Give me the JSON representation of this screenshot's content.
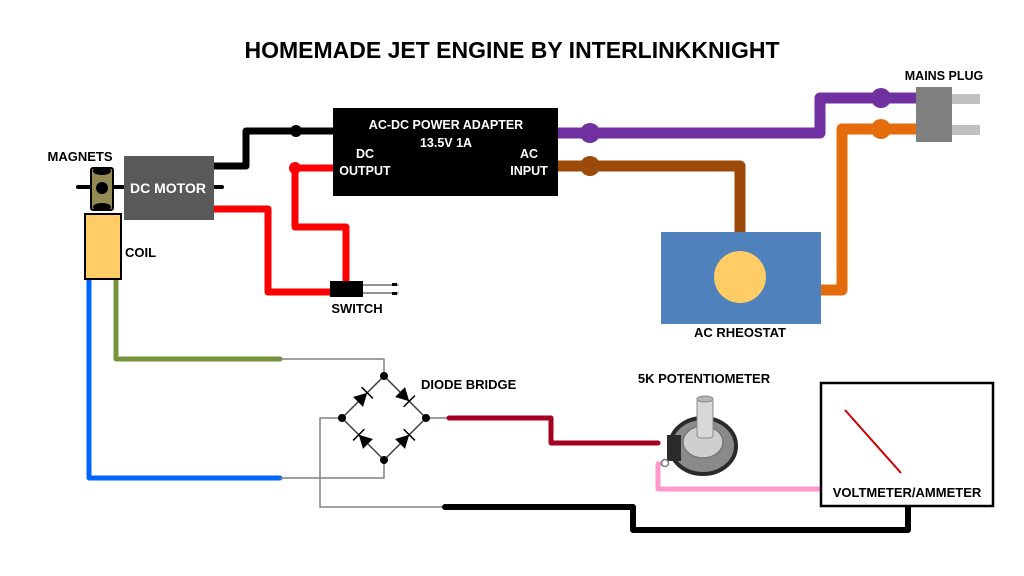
{
  "title": "HOMEMADE JET ENGINE BY INTERLINKKNIGHT",
  "components": {
    "magnets": {
      "label": "MAGNETS"
    },
    "dc_motor": {
      "label": "DC MOTOR"
    },
    "coil": {
      "label": "COIL"
    },
    "adapter": {
      "line1": "AC-DC POWER ADAPTER",
      "line2": "13.5V 1A",
      "dc_line1": "DC",
      "dc_line2": "OUTPUT",
      "ac_line1": "AC",
      "ac_line2": "INPUT"
    },
    "mains_plug": {
      "label": "MAINS PLUG"
    },
    "switch": {
      "label": "SWITCH"
    },
    "rheostat": {
      "label": "AC RHEOSTAT"
    },
    "diode_bridge": {
      "label": "DIODE BRIDGE"
    },
    "potentiometer": {
      "label": "5K POTENTIOMETER"
    },
    "meter": {
      "label": "VOLTMETER/AMMETER"
    }
  },
  "colors": {
    "wire_black": "#000000",
    "wire_red": "#ff0000",
    "wire_purple": "#7030a0",
    "wire_brown": "#9c4a0a",
    "wire_orange": "#e46c0a",
    "wire_blue": "#0066ff",
    "wire_olive": "#76923c",
    "wire_maroon": "#a50021",
    "wire_pink": "#ff99cc",
    "wire_thin": "#808080",
    "motor": "#595959",
    "magnet": "#948a54",
    "coil": "#ffcc66",
    "rheostat": "#4f81bd",
    "plug": "#808080",
    "prong": "#c0c0c0",
    "needle": "#cc0000"
  }
}
